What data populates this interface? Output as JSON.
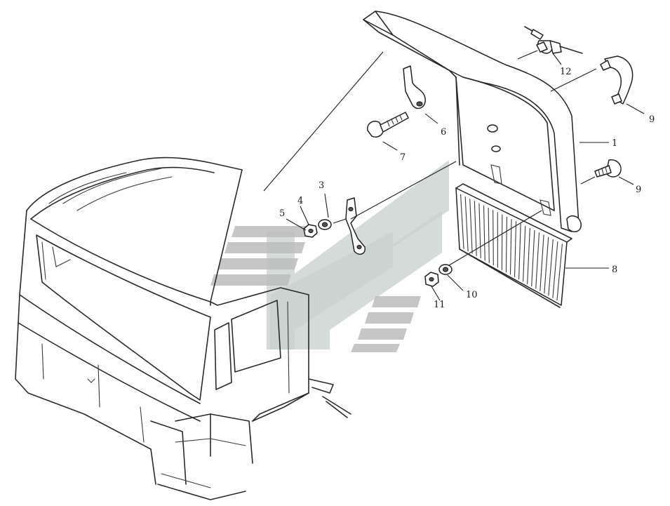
{
  "callouts": [
    {
      "id": "1",
      "label": "1"
    },
    {
      "id": "3",
      "label": "3"
    },
    {
      "id": "4",
      "label": "4"
    },
    {
      "id": "5",
      "label": "5"
    },
    {
      "id": "6",
      "label": "6"
    },
    {
      "id": "7",
      "label": "7"
    },
    {
      "id": "8",
      "label": "8"
    },
    {
      "id": "9a",
      "label": "9"
    },
    {
      "id": "9b",
      "label": "9"
    },
    {
      "id": "10",
      "label": "10"
    },
    {
      "id": "11",
      "label": "11"
    },
    {
      "id": "12",
      "label": "12"
    }
  ],
  "colors": {
    "line": "#2a2a2a",
    "watermark_teal": "#c9d2d0",
    "watermark_grey": "#bcbcbc",
    "background": "#ffffff"
  }
}
